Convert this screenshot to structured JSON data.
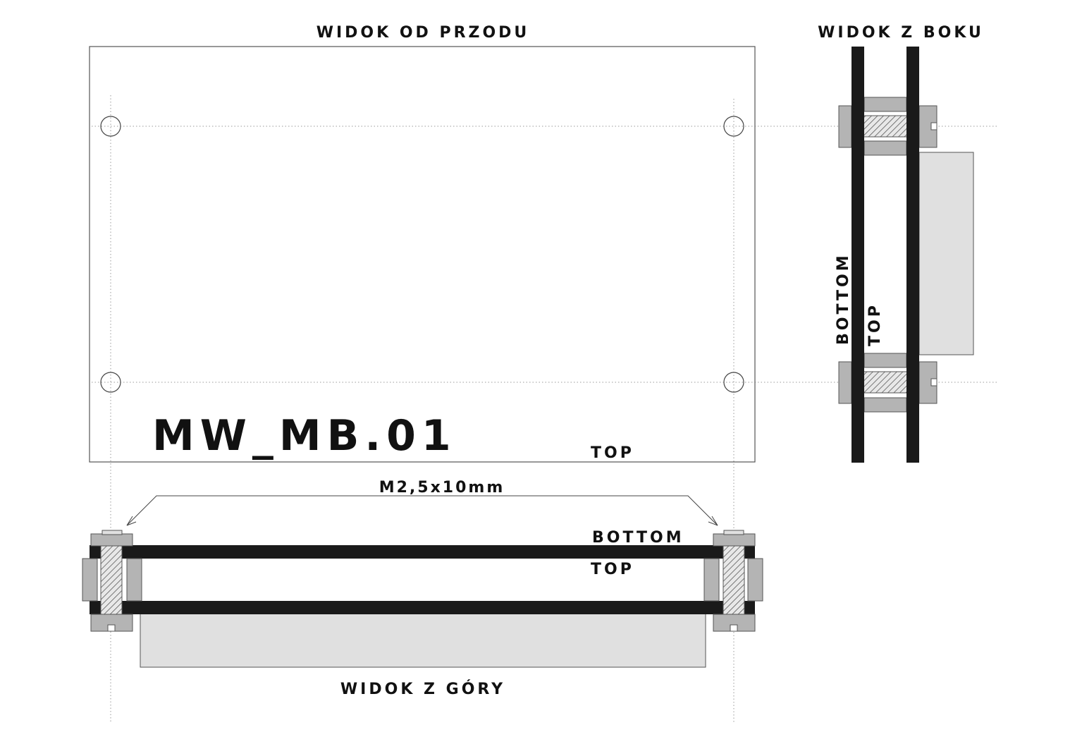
{
  "views": {
    "front_title": "WIDOK OD PRZODU",
    "side_title": "WIDOK Z BOKU",
    "top_title": "WIDOK Z GÓRY"
  },
  "board": {
    "name": "MW_MB.01",
    "front_top_label": "TOP"
  },
  "side_view": {
    "bottom_label": "BOTTOM",
    "top_label": "TOP"
  },
  "top_view": {
    "screw_label": "M2,5x10mm",
    "bottom_label": "BOTTOM",
    "top_label": "TOP"
  },
  "colors": {
    "pcb": "#1a1a1a",
    "spacer": "#b4b4b4",
    "component": "#e0e0e0",
    "outline": "#555555"
  }
}
